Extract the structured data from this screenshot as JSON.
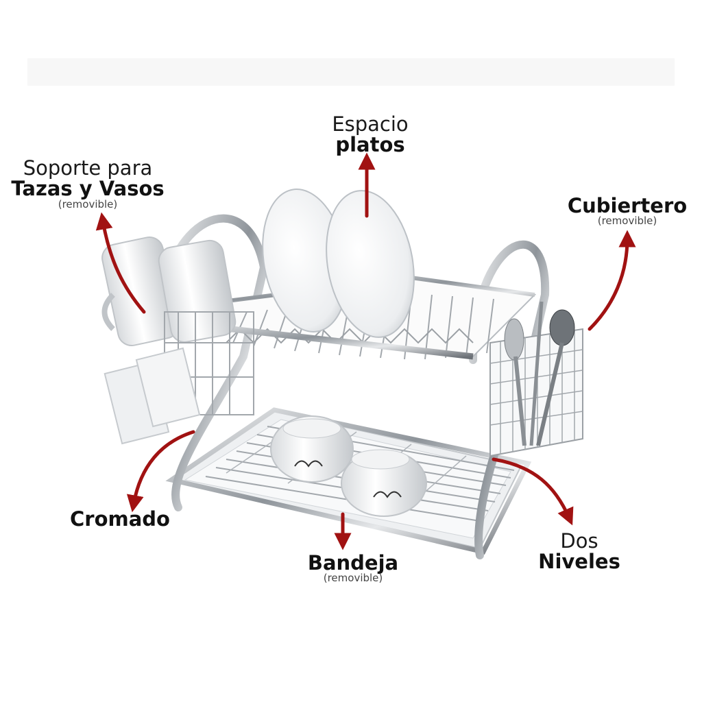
{
  "labels": {
    "cups": {
      "line1": "Soporte para",
      "line2": "Tazas y Vasos",
      "note": "(removible)"
    },
    "plates": {
      "line1": "Espacio",
      "line2": "platos"
    },
    "cutlery": {
      "line1": "Cubiertero",
      "note": "(removible)"
    },
    "chrome": {
      "line1": "Cromado"
    },
    "tray": {
      "line1": "Bandeja",
      "note": "(removible)"
    },
    "levels": {
      "line1": "Dos",
      "line2": "Niveles"
    }
  },
  "colors": {
    "arrow": "#a11212",
    "chrome": "#9aa0a6",
    "chrome_dark": "#5f6368",
    "background": "#ffffff"
  }
}
